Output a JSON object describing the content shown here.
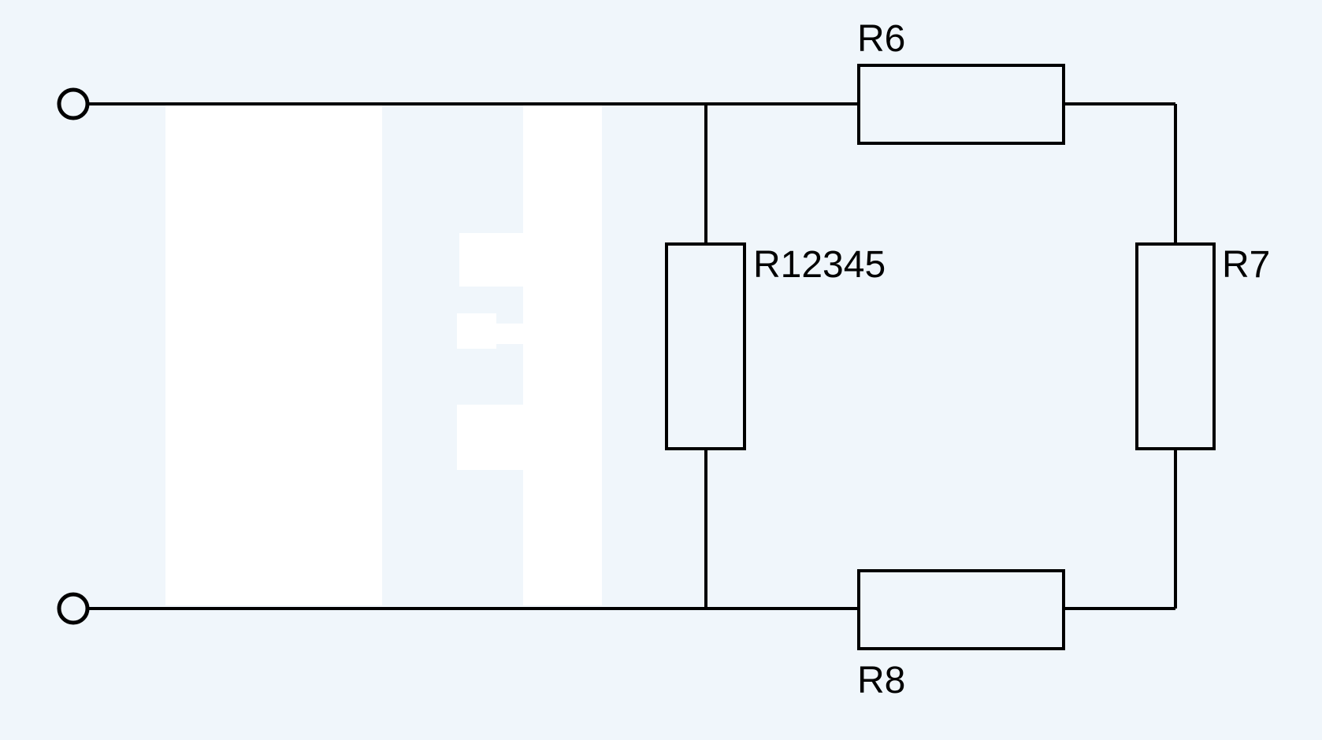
{
  "colors": {
    "background": "#f0f6fb",
    "panel": "#ffffff",
    "stroke": "#000000"
  },
  "circuit": {
    "components": [
      {
        "id": "r12345",
        "label": "R12345",
        "kind": "resistor"
      },
      {
        "id": "r6",
        "label": "R6",
        "kind": "resistor"
      },
      {
        "id": "r7",
        "label": "R7",
        "kind": "resistor"
      },
      {
        "id": "r8",
        "label": "R8",
        "kind": "resistor"
      }
    ],
    "terminals": [
      {
        "id": "top",
        "kind": "open-terminal"
      },
      {
        "id": "bottom",
        "kind": "open-terminal"
      }
    ]
  }
}
